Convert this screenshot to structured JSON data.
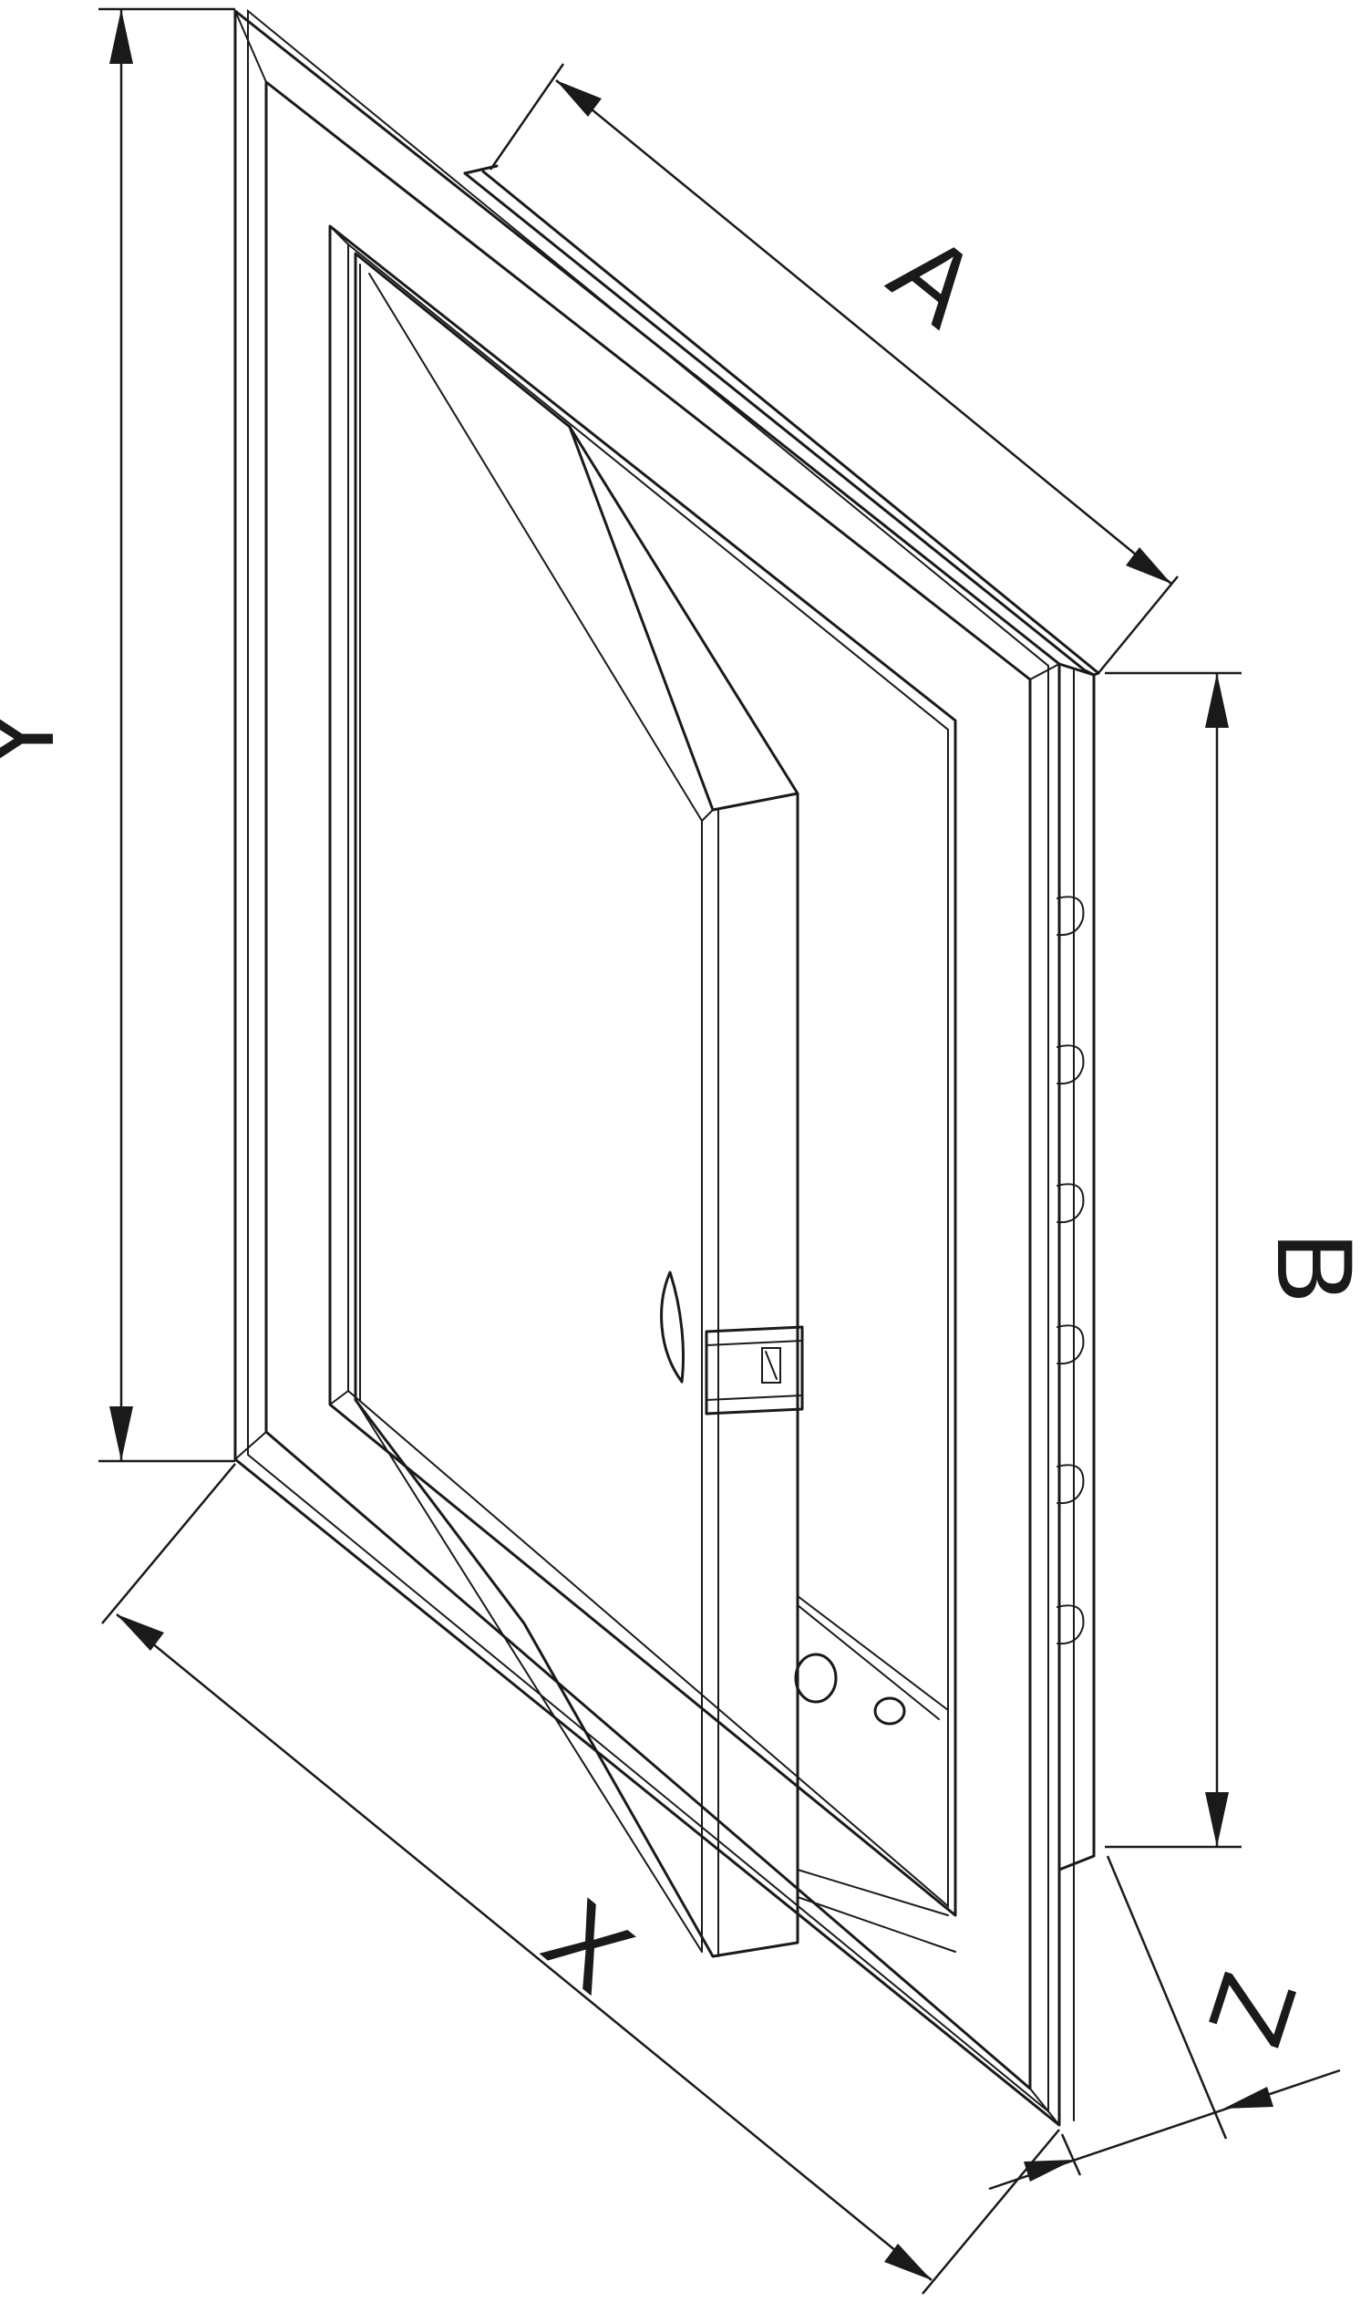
{
  "labels": {
    "y": "Y",
    "a": "A",
    "b": "B",
    "x": "X",
    "z": "Z"
  },
  "colors": {
    "stroke": "#1a1a1a",
    "background": "#ffffff"
  }
}
